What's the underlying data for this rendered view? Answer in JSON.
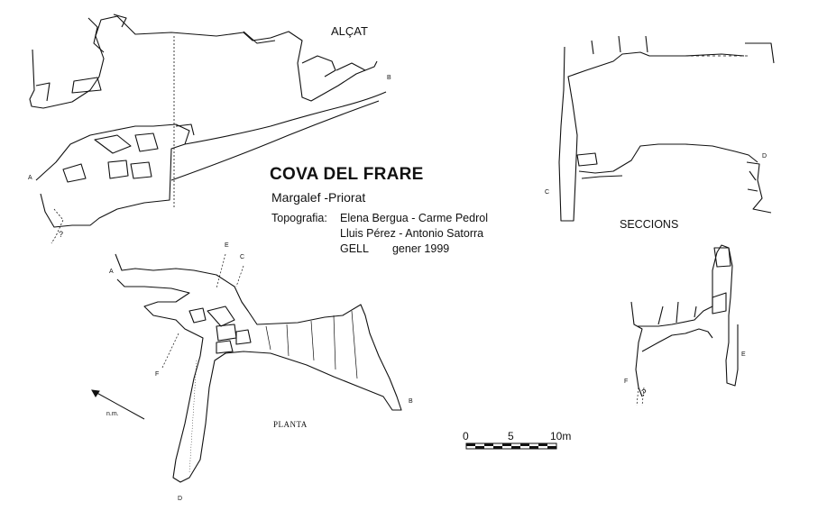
{
  "title": "COVA DEL FRARE",
  "location": "Margalef -Priorat",
  "credits": {
    "label": "Topografia:",
    "line1": "Elena Bergua - Carme Pedrol",
    "line2": "Lluis Pérez - Antonio Satorra",
    "group": "GELL",
    "date": "gener 1999"
  },
  "sections": {
    "alcat": "ALÇAT",
    "seccions": "SECCIONS",
    "planta": "PLANTA"
  },
  "points": {
    "alcat": [
      "A",
      "B",
      "?"
    ],
    "plan": [
      "A",
      "B",
      "C",
      "D",
      "E",
      "F"
    ],
    "section_cd": [
      "C",
      "D"
    ],
    "section_fe": [
      "F",
      "E",
      "?"
    ]
  },
  "scale": {
    "labels": [
      "0",
      "5",
      "10m"
    ]
  },
  "north_label": "n.m.",
  "colors": {
    "ink": "#111111",
    "background": "#ffffff"
  }
}
